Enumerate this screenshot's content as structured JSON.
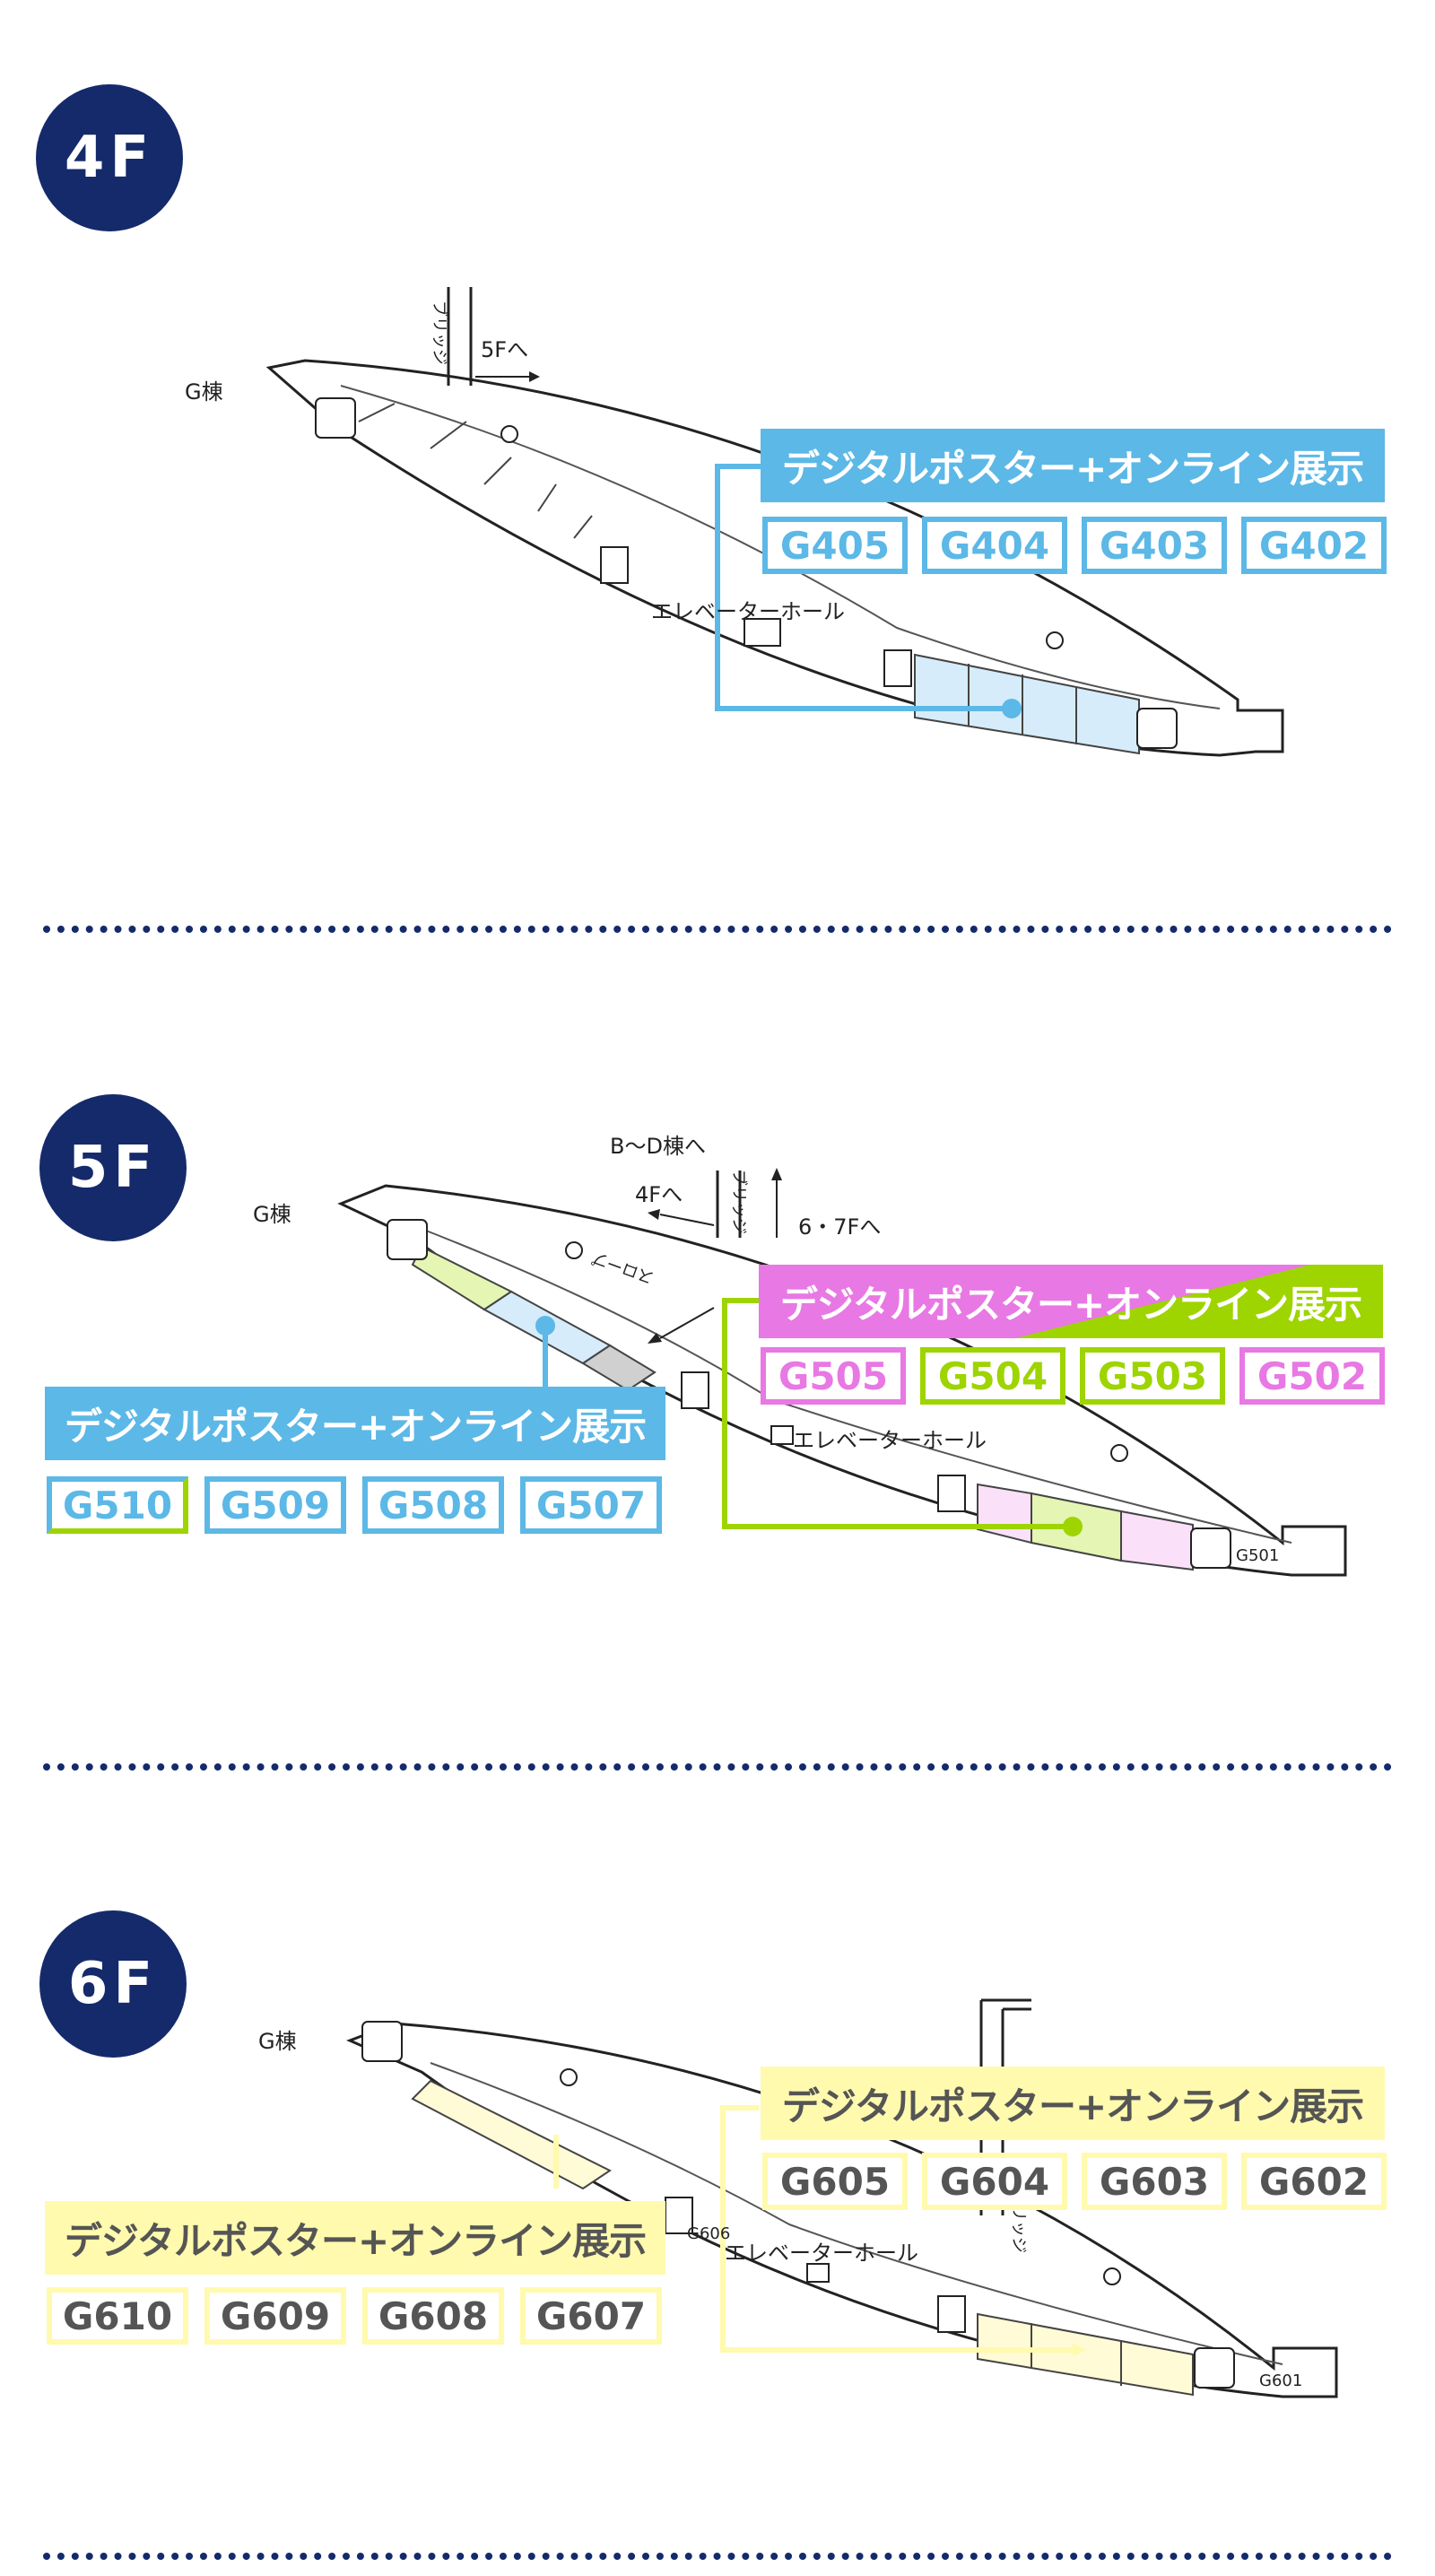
{
  "colors": {
    "navy": "#152a6b",
    "blue": "#5cb8e6",
    "blue_fill": "#d6ecfa",
    "pink": "#e878e3",
    "pink_fill": "#fbe0fa",
    "green": "#9ed400",
    "green_fill": "#e4f5b4",
    "yellow": "#fffaae",
    "yellow_fill": "#fffbd6",
    "gray_text": "#555555"
  },
  "floors": [
    {
      "badge": "4F",
      "building": "G棟",
      "bridge": "ブリッジ",
      "arrow_5f": "5Fへ",
      "elevator": "エレベーターホール",
      "label": "デジタルポスター+オンライン展示",
      "rooms": [
        "G405",
        "G404",
        "G403",
        "G402"
      ]
    },
    {
      "badge": "5F",
      "building": "G棟",
      "bridge": "ブリッジ",
      "arrow_bd": "B〜D棟へ",
      "arrow_4f": "4Fへ",
      "arrow_67": "6・7Fへ",
      "slope": "スロープ",
      "elevator": "エレベーターホール",
      "room_g501": "G501",
      "label_right": "デジタルポスター+オンライン展示",
      "rooms_right": [
        "G505",
        "G504",
        "G503",
        "G502"
      ],
      "label_left": "デジタルポスター+オンライン展示",
      "rooms_left": [
        "G510",
        "G509",
        "G508",
        "G507"
      ]
    },
    {
      "badge": "6F",
      "building": "G棟",
      "bridge": "ブリッジ",
      "elevator": "エレベーターホール",
      "room_g606": "G606",
      "room_g601": "G601",
      "label_right": "デジタルポスター+オンライン展示",
      "rooms_right": [
        "G605",
        "G604",
        "G603",
        "G602"
      ],
      "label_left": "デジタルポスター+オンライン展示",
      "rooms_left": [
        "G610",
        "G609",
        "G608",
        "G607"
      ]
    }
  ]
}
